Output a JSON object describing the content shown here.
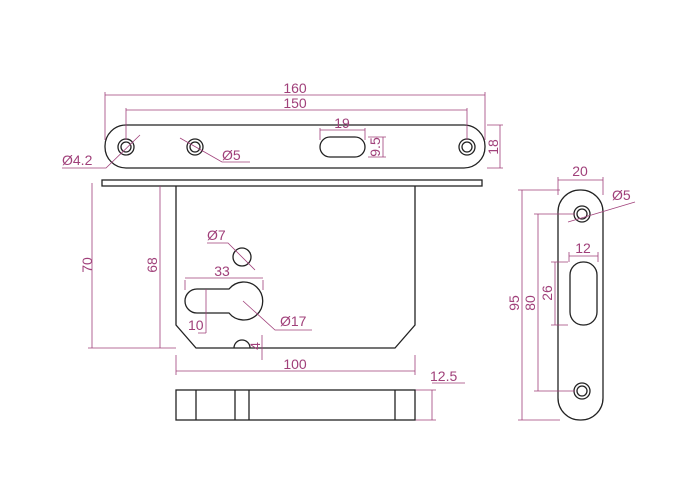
{
  "faceplate": {
    "overall_length": "160",
    "hole_spacing": "150",
    "slot_width": "19",
    "slot_height": "9.5",
    "width": "18",
    "end_hole_diameter": "Ø4.2",
    "hole_diameter": "Ø5"
  },
  "body": {
    "height_overall": "70",
    "height_body": "68",
    "top_hole_diameter": "Ø7",
    "keyhole_width": "33",
    "slot_height": "10",
    "cylinder_diameter": "Ø17",
    "bottom_notch": "4",
    "length": "100",
    "thickness": "12.5"
  },
  "strike_plate": {
    "width": "20",
    "hole_diameter": "Ø5",
    "slot_width": "12",
    "slot_length": "26",
    "hole_spacing": "80",
    "length": "95"
  },
  "colors": {
    "outline": "#222222",
    "dimension": "#a0407a"
  }
}
